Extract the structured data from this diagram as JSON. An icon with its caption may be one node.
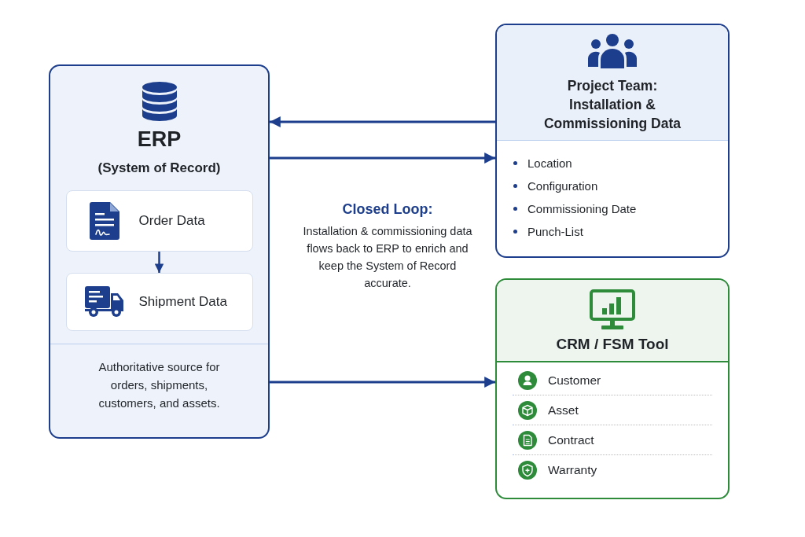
{
  "diagram": {
    "nodes": [
      {
        "text": [
          "ERP",
          "(System of Record)",
          "Authoritative source for orders, shipments, customers, and assets."
        ]
      },
      {
        "text": [
          "Order Data"
        ],
        "in": 0
      },
      {
        "text": [
          "Shipment Data"
        ],
        "in": 0
      },
      {
        "text": [
          "Project Team: Installation & Commissioning Data",
          "Location",
          "Configuration",
          "Commissioning Date",
          "Punch-List"
        ]
      },
      {
        "text": [
          "CRM / FSM Tool",
          "Customer",
          "Asset",
          "Contract",
          "Warranty"
        ]
      }
    ],
    "edges": [
      {
        "from": 3,
        "to": 0,
        "arrow": "to"
      },
      {
        "from": 0,
        "to": 3,
        "arrow": "to"
      },
      {
        "from": 1,
        "to": 2,
        "arrow": "to"
      },
      {
        "from": 0,
        "to": 4,
        "arrow": "to"
      }
    ],
    "labels": [
      "Closed Loop:",
      "Installation & commissioning data flows back to ERP to enrich and keep the System of Record accurate."
    ]
  }
}
